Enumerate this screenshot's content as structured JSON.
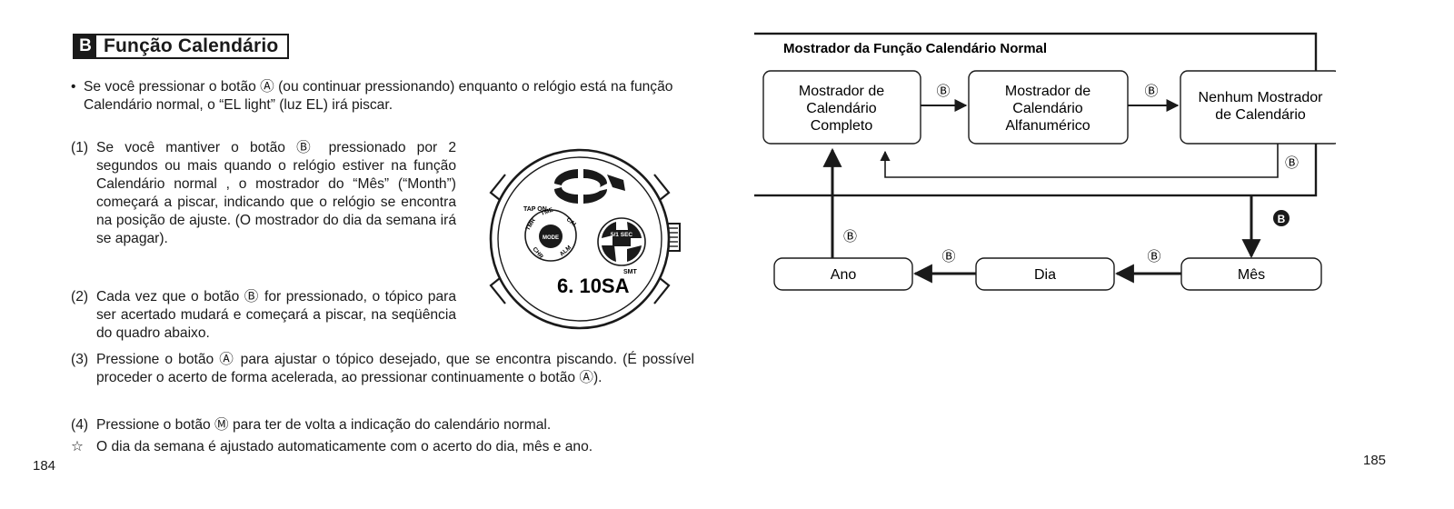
{
  "left_page": {
    "section": {
      "letter": "B",
      "title": "Função Calendário"
    },
    "bullet": {
      "mark": "•",
      "text": "Se você pressionar o botão Ⓐ (ou continuar pressionando) enquanto o relógio está na função Calendário normal, o “EL light” (luz EL) irá piscar."
    },
    "steps": [
      {
        "num": "(1)",
        "text": "Se você mantiver o botão Ⓑ pressionado por 2 segundos ou mais quando o relógio estiver na função Calendário normal , o mostrador do “Mês” (“Month”) começará a piscar, indicando que o relógio se encontra na posição de ajuste. (O mostrador do dia da semana irá se apagar)."
      },
      {
        "num": "(2)",
        "text": "Cada vez que o botão Ⓑ for pressionado, o tópico para ser acertado mudará e começará a piscar, na seqüência do quadro abaixo."
      },
      {
        "num": "(3)",
        "text": "Pressione o botão Ⓐ para ajustar o tópico desejado, que se encontra piscando. (É possível proceder o acerto de forma acelerada, ao pressionar continuamente o botão Ⓐ)."
      },
      {
        "num": "(4)",
        "text": "Pressione o botão Ⓜ para ter de volta a indicação do calendário normal."
      }
    ],
    "note": {
      "mark": "☆",
      "text": "O dia da semana é ajustado automaticamente com o acerto do dia, mês e ano."
    },
    "page_number": "184"
  },
  "watch": {
    "tap_on": "TAP ON",
    "mode_ring": [
      "TMR",
      "TME",
      "CAL",
      "ALM",
      "CHR"
    ],
    "mode_center": "MODE",
    "sub_dial": "5/1 SEC",
    "smt": "SMT",
    "display": "6. 10SA"
  },
  "diagram": {
    "title": "Mostrador da Função Calendário Normal",
    "boxes": {
      "completo": [
        "Mostrador de",
        "Calendário",
        "Completo"
      ],
      "alfa": [
        "Mostrador de",
        "Calendário",
        "Alfanumérico"
      ],
      "nenhum": [
        "Nenhum Mostrador",
        "de Calendário"
      ]
    },
    "button_label": "Ⓑ",
    "button_label_filled": "B",
    "settings": {
      "ano": "Ano",
      "dia": "Dia",
      "mes": "Mês"
    }
  },
  "right_page": {
    "page_number": "185"
  }
}
